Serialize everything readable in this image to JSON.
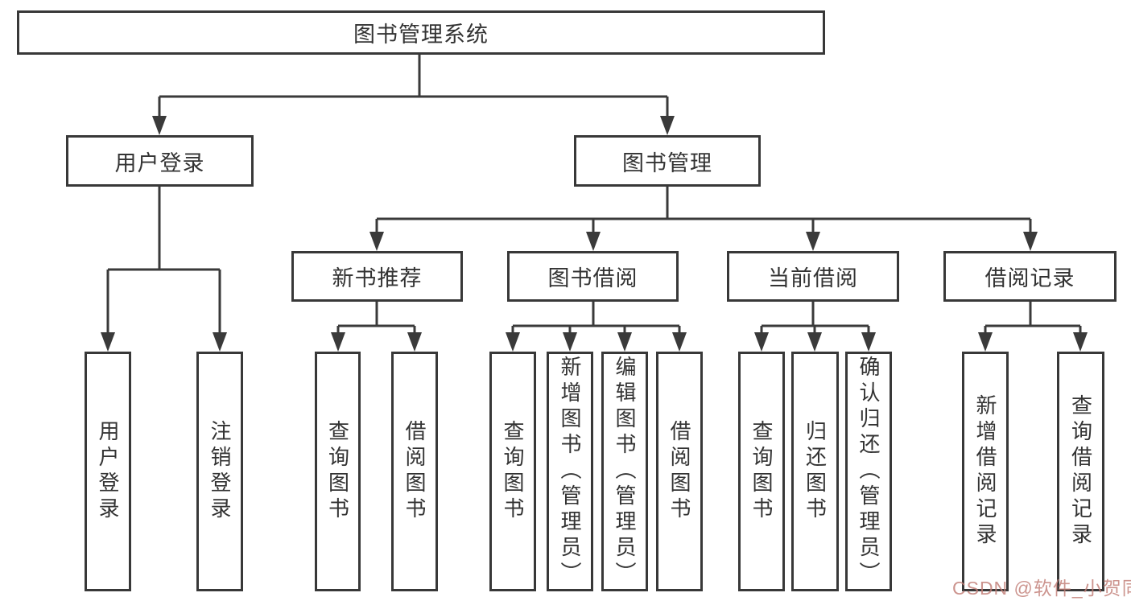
{
  "diagram": {
    "root": {
      "label": "图书管理系统"
    },
    "branches": [
      {
        "label": "用户登录",
        "children": [
          {
            "label": "用户登录"
          },
          {
            "label": "注销登录"
          }
        ]
      },
      {
        "label": "图书管理",
        "children": [
          {
            "label": "新书推荐",
            "children": [
              {
                "label": "查询图书"
              },
              {
                "label": "借阅图书"
              }
            ]
          },
          {
            "label": "图书借阅",
            "children": [
              {
                "label": "查询图书"
              },
              {
                "label": "新增图书（管理员）"
              },
              {
                "label": "编辑图书（管理员）"
              },
              {
                "label": "借阅图书"
              }
            ]
          },
          {
            "label": "当前借阅",
            "children": [
              {
                "label": "查询图书"
              },
              {
                "label": "归还图书"
              },
              {
                "label": "确认归还（管理员）"
              }
            ]
          },
          {
            "label": "借阅记录",
            "children": [
              {
                "label": "新增借阅记录"
              },
              {
                "label": "查询借阅记录"
              }
            ]
          }
        ]
      }
    ]
  },
  "watermark": {
    "text": "CSDN @软件_小贺同学"
  },
  "colors": {
    "background": "#ffffff",
    "line": "#3a3a3a",
    "box_border": "#383838",
    "text": "#333333",
    "watermark": "#c17d75"
  }
}
